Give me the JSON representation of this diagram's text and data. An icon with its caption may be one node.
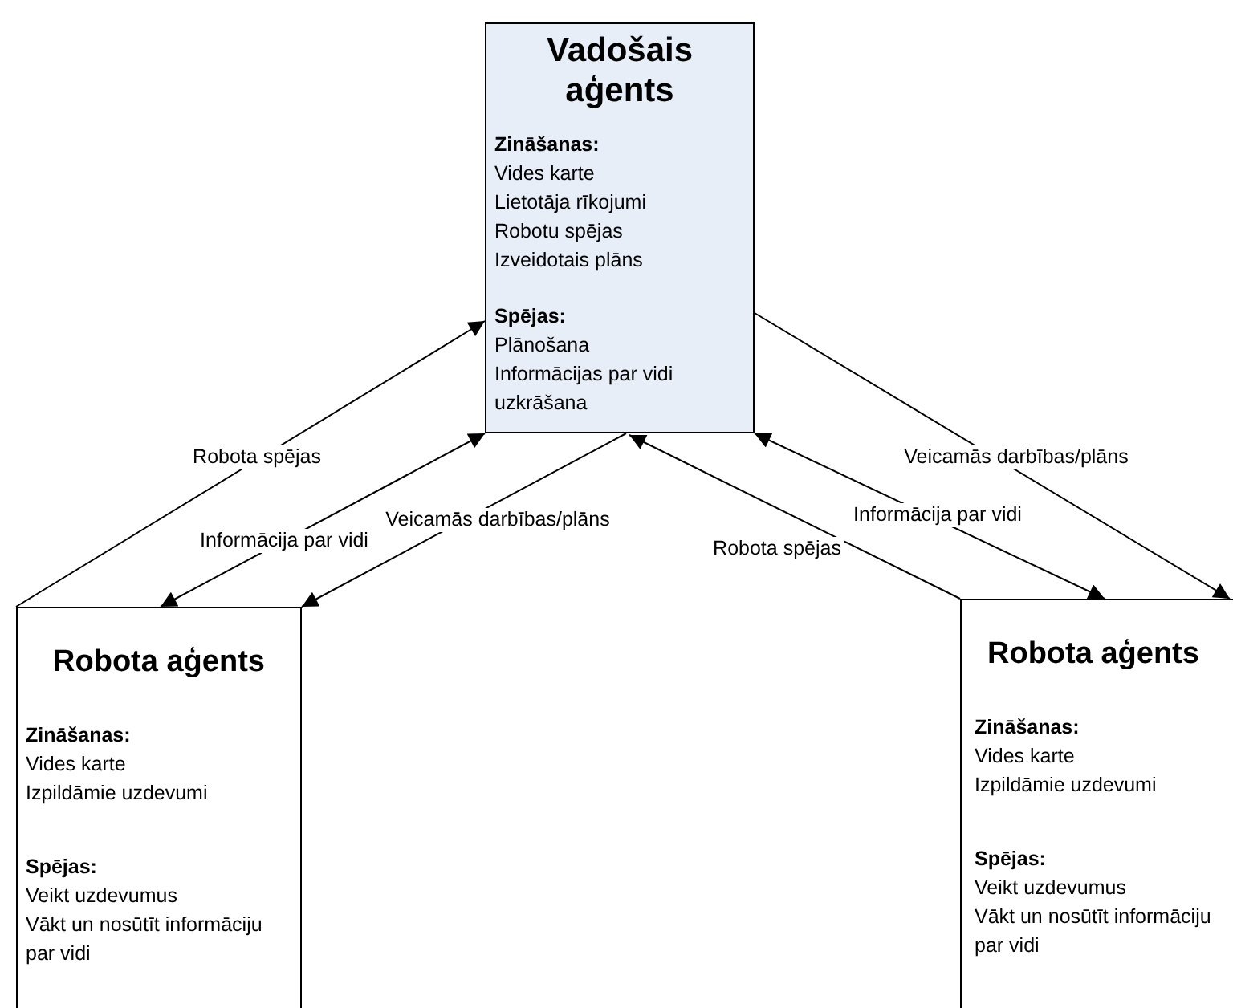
{
  "diagram": {
    "nodes": [
      {
        "text": [
          "Vadošais aģents",
          "Zināšanas:",
          "Vides karte",
          "Lietotāja rīkojumi",
          "Robotu spējas",
          "Izveidotais plāns",
          "Spējas:",
          "Plānošana",
          "Informācijas par vidi uzkrāšana"
        ]
      },
      {
        "text": [
          "Robota aģents",
          "Zināšanas:",
          "Vides karte",
          "Izpildāmie uzdevumi",
          "Spējas:",
          "Veikt uzdevumus",
          "Vākt un nosūtīt informāciju par vidi"
        ]
      },
      {
        "text": [
          "Robota aģents",
          "Zināšanas:",
          "Vides karte",
          "Izpildāmie uzdevumi",
          "Spējas:",
          "Veikt uzdevumus",
          "Vākt un nosūtīt informāciju par vidi"
        ]
      }
    ],
    "edges": [
      {
        "from": 1,
        "to": 0,
        "arrow": "to",
        "label": "Robota spējas"
      },
      {
        "from": 0,
        "to": 1,
        "arrow": "both",
        "label": "Informācija par vidi"
      },
      {
        "from": 0,
        "to": 1,
        "arrow": "to",
        "label": "Veicamās darbības/plāns"
      },
      {
        "from": 0,
        "to": 2,
        "arrow": "to",
        "label": "Veicamās darbības/plāns"
      },
      {
        "from": 0,
        "to": 2,
        "arrow": "both",
        "label": "Informācija par vidi"
      },
      {
        "from": 2,
        "to": 0,
        "arrow": "to",
        "label": "Robota spējas"
      }
    ]
  }
}
